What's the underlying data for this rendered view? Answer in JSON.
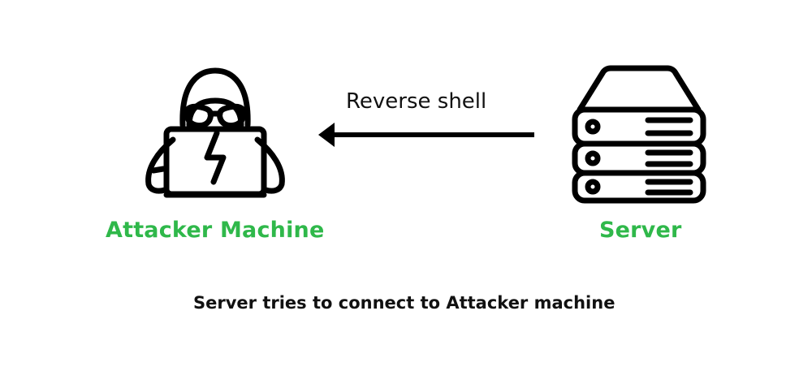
{
  "diagram": {
    "nodes": [
      {
        "id": "attacker",
        "label": "Attacker Machine",
        "icon": "hacker-laptop-icon"
      },
      {
        "id": "server",
        "label": "Server",
        "icon": "server-stack-icon"
      }
    ],
    "edge": {
      "from": "server",
      "to": "attacker",
      "label": "Reverse shell",
      "icon": "arrow-left-icon"
    },
    "caption": "Server tries to connect to Attacker machine",
    "colors": {
      "label": "#2fb84a",
      "stroke": "#000000",
      "text": "#111111"
    }
  }
}
